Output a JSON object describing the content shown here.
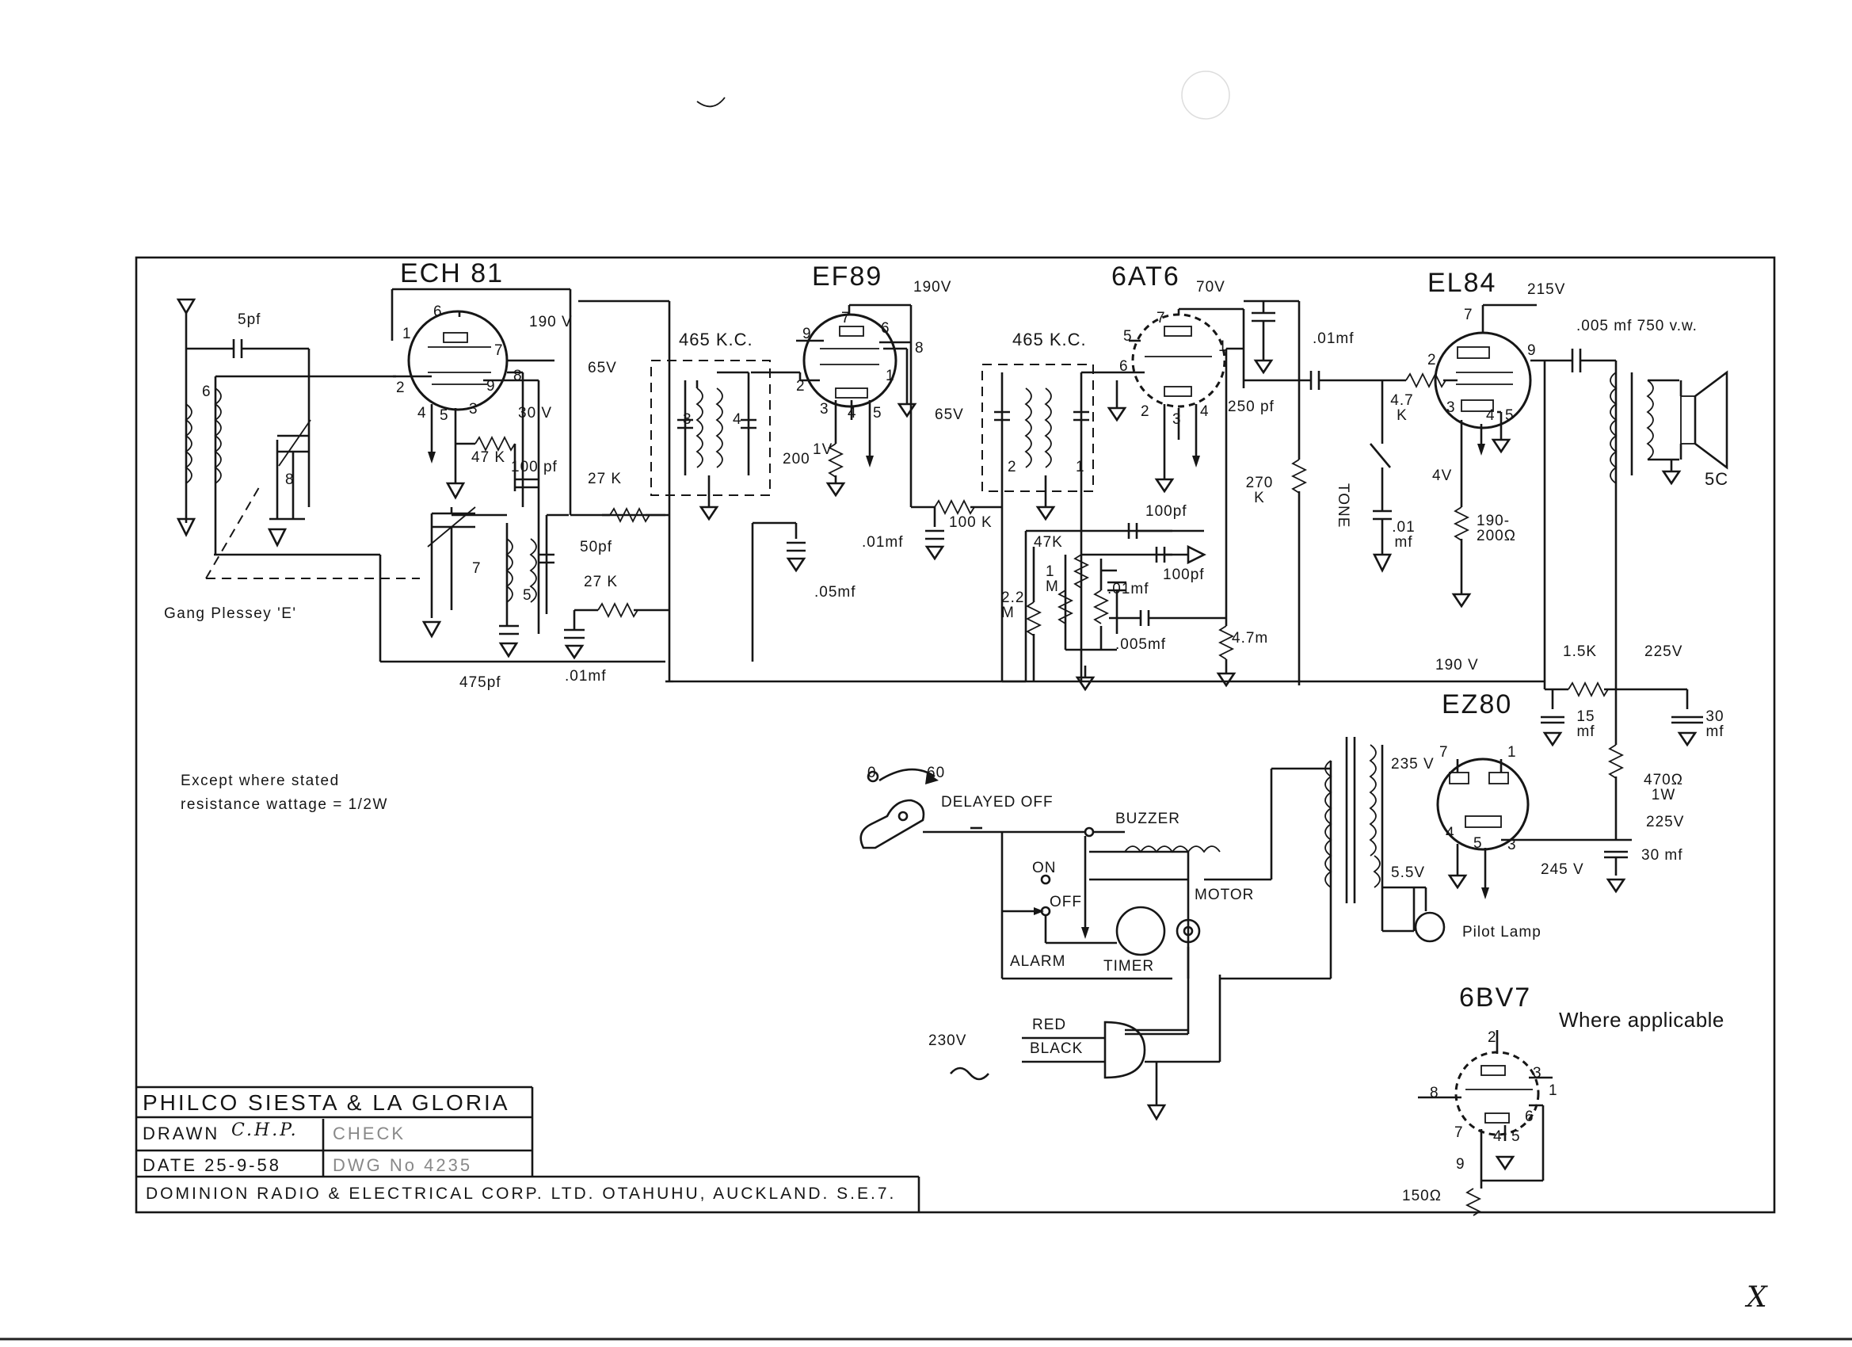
{
  "title_block": {
    "title": "PHILCO SIESTA  & LA GLORIA",
    "drawn_label": "DRAWN",
    "drawn_initials": "C.H.P.",
    "check_label": "CHECK",
    "date_label": "DATE 25-9-58",
    "dwg_label": "DWG No 4235",
    "company": "DOMINION  RADIO & ELECTRICAL CORP. LTD. OTAHUHU, AUCKLAND. S.E.7."
  },
  "note": {
    "line1": "Except where stated",
    "line2": "resistance wattage = 1/2W"
  },
  "tubes": {
    "ech81": "ECH 81",
    "ef89": "EF89",
    "sixat6": "6AT6",
    "el84": "EL84",
    "ez80": "EZ80",
    "sixbv7": "6BV7"
  },
  "labels": {
    "gang": "Gang Plessey 'E'",
    "if1": "465 K.C.",
    "if2": "465 K.C.",
    "where_applicable": "Where applicable",
    "speaker": "5C",
    "pilot_lamp": "Pilot Lamp",
    "delayed_off": "DELAYED OFF",
    "buzzer": "BUZZER",
    "on": "ON",
    "off": "OFF",
    "alarm": "ALARM",
    "timer": "TIMER",
    "motor": "MOTOR",
    "red": "RED",
    "black": "BLACK",
    "mains": "230V",
    "dial_0": "0",
    "dial_60": "60",
    "tone": "TONE"
  },
  "voltages": [
    "190 V",
    "65V",
    "30 V",
    "190V",
    "65V",
    "70V",
    "215V",
    "1V",
    "4V",
    "190 V",
    "225V",
    "225V",
    "245 V",
    "235 V",
    "5.5V"
  ],
  "components": [
    "5pf",
    "47 K",
    "100 pf",
    "27 K",
    "50pf",
    "27 K",
    "475pf",
    ".01mf",
    "200",
    ".01mf",
    "100 K",
    ".05mf",
    "100pf",
    "47K",
    "100pf",
    ".01mf",
    "2.2 M",
    "1 M",
    ".005mf",
    "4.7m",
    "250 pf",
    "270 K",
    ".01mf",
    "4.7 K",
    ".01 mf",
    "190- 200Ω",
    ".005 mf 750 v.w.",
    "1.5K",
    "15 mf",
    "30 mf",
    "470Ω 1W",
    "30 mf",
    "150Ω"
  ],
  "pins": [
    "1",
    "2",
    "3",
    "4",
    "5",
    "6",
    "7",
    "8",
    "9"
  ],
  "margin_marks": [
    "X"
  ]
}
